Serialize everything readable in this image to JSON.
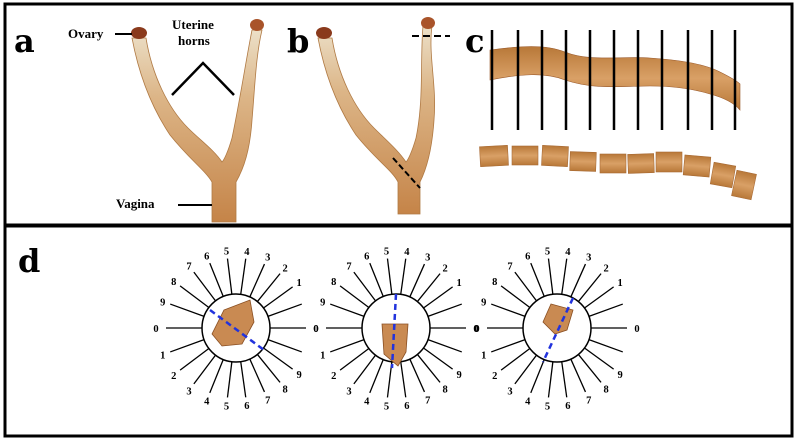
{
  "panels": {
    "a": {
      "letter": "a",
      "labels": {
        "ovary": "Ovary",
        "uterine_horns_line1": "Uterine",
        "uterine_horns_line2": "horns",
        "vagina": "Vagina"
      }
    },
    "b": {
      "letter": "b"
    },
    "c": {
      "letter": "c"
    },
    "d": {
      "letter": "d",
      "dials": [
        {
          "left_labels": [
            "9",
            "8",
            "7",
            "6"
          ],
          "right_labels": [
            "5",
            "4",
            "3",
            "2",
            "1"
          ],
          "bottom_left_labels": [
            "1",
            "2",
            "3",
            "4"
          ],
          "bottom_right_labels": [
            "5",
            "6",
            "7",
            "8",
            "9"
          ],
          "left_zero": "0",
          "right_zero": "0"
        },
        {
          "left_labels": [
            "9",
            "8",
            "7",
            "6"
          ],
          "right_labels": [
            "5",
            "4",
            "3",
            "2",
            "1"
          ],
          "bottom_left_labels": [
            "1",
            "2",
            "3",
            "4"
          ],
          "bottom_right_labels": [
            "5",
            "6",
            "7",
            "8",
            "9"
          ],
          "left_zero": "0",
          "right_zero": "0"
        },
        {
          "left_labels": [
            "9",
            "8",
            "7",
            "6"
          ],
          "right_labels": [
            "5",
            "4",
            "3",
            "2",
            "1"
          ],
          "bottom_left_labels": [
            "1",
            "2",
            "3",
            "4"
          ],
          "bottom_right_labels": [
            "5",
            "6",
            "7",
            "8",
            "9"
          ],
          "left_zero": "0",
          "right_zero": "0"
        }
      ]
    }
  },
  "colors": {
    "tissue": "#c98a52",
    "tissue_light": "#e6c9a3",
    "tissue_dark": "#9a5a2c",
    "ovary": "#8a3a1c",
    "dashed_blue": "#2233dd",
    "frame": "#000000"
  }
}
